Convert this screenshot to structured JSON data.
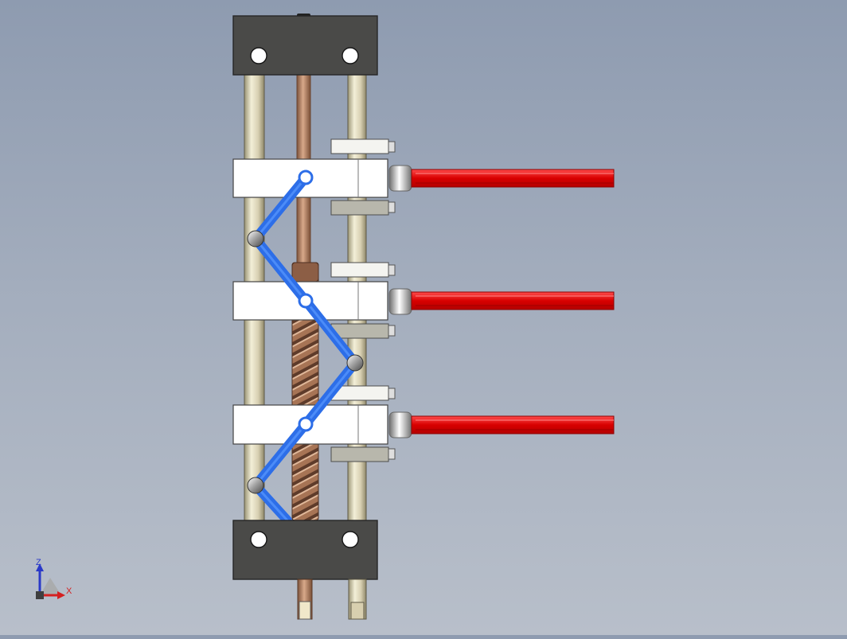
{
  "viewport": {
    "background_top": "#8e9bb0",
    "background_bottom": "#b8bfca"
  },
  "model": {
    "frame_color": "#4a4a48",
    "block_color": "#ffffff",
    "linkage_color": "#2d6ee8",
    "actuator_color": "#e01414",
    "screw_color": "#b57d5b",
    "rod_color": "#e1dcc6",
    "carriage_count": 3,
    "icons": [
      "mounting-hole-icon",
      "pivot-joint-icon",
      "ball-joint-icon",
      "lead-screw-icon",
      "actuator-rod-icon"
    ]
  },
  "triad": {
    "z_label": "Z",
    "x_label": "X",
    "z_color": "#2a39c8",
    "x_color": "#d42020",
    "origin_color": "#3f3f3f"
  }
}
